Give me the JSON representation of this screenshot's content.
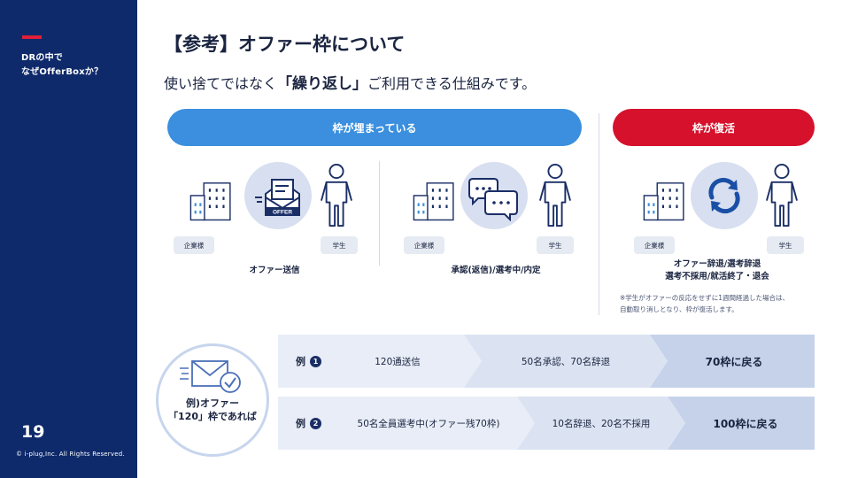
{
  "sidebar": {
    "section_line1": "DRの中で",
    "section_line2": "なぜOfferBoxか？",
    "page_number": "19",
    "copyright": "© i-plug,Inc. All Rights Reserved."
  },
  "header": {
    "title": "【参考】オファー枠について",
    "subtitle_before": "使い捨てではなく",
    "subtitle_emphasis": "「繰り返し」",
    "subtitle_after": "ご利用できる仕組みです。"
  },
  "pills": {
    "filled": "枠が埋まっている",
    "restored": "枠が復活"
  },
  "scenes": [
    {
      "company_tag": "企業様",
      "student_tag": "学生",
      "caption_line1": "オファー送信",
      "caption_line2": "",
      "icon": "offer-envelope-icon",
      "offer_label": "OFFER"
    },
    {
      "company_tag": "企業様",
      "student_tag": "学生",
      "caption_line1": "承認(返信)/選考中/内定",
      "caption_line2": "",
      "icon": "chat-bubbles-icon"
    },
    {
      "company_tag": "企業様",
      "student_tag": "学生",
      "caption_line1": "オファー辞退/選考辞退",
      "caption_line2": "選考不採用/就活終了・退会",
      "icon": "refresh-icon"
    }
  ],
  "note_line1": "※学生がオファーの反応をせずに1週間経過した場合は、",
  "note_line2": "自動取り消しとなり、枠が復活します。",
  "example": {
    "bubble_line1": "例)オファー",
    "bubble_line2": "「120」枠であれば",
    "rows": [
      {
        "label": "例",
        "num": "1",
        "step1": "120通送信",
        "step2": "50名承認、70名辞退",
        "result": "70枠に戻る"
      },
      {
        "label": "例",
        "num": "2",
        "step1": "50名全員選考中(オファー残70枠)",
        "step2": "10名辞退、20名不採用",
        "result": "100枠に戻る"
      }
    ]
  },
  "colors": {
    "navy": "#0e2a6b",
    "blue": "#3b8fde",
    "red": "#d6112c",
    "icon_navy": "#1a2e66",
    "circle_fill": "#d7dff0"
  }
}
